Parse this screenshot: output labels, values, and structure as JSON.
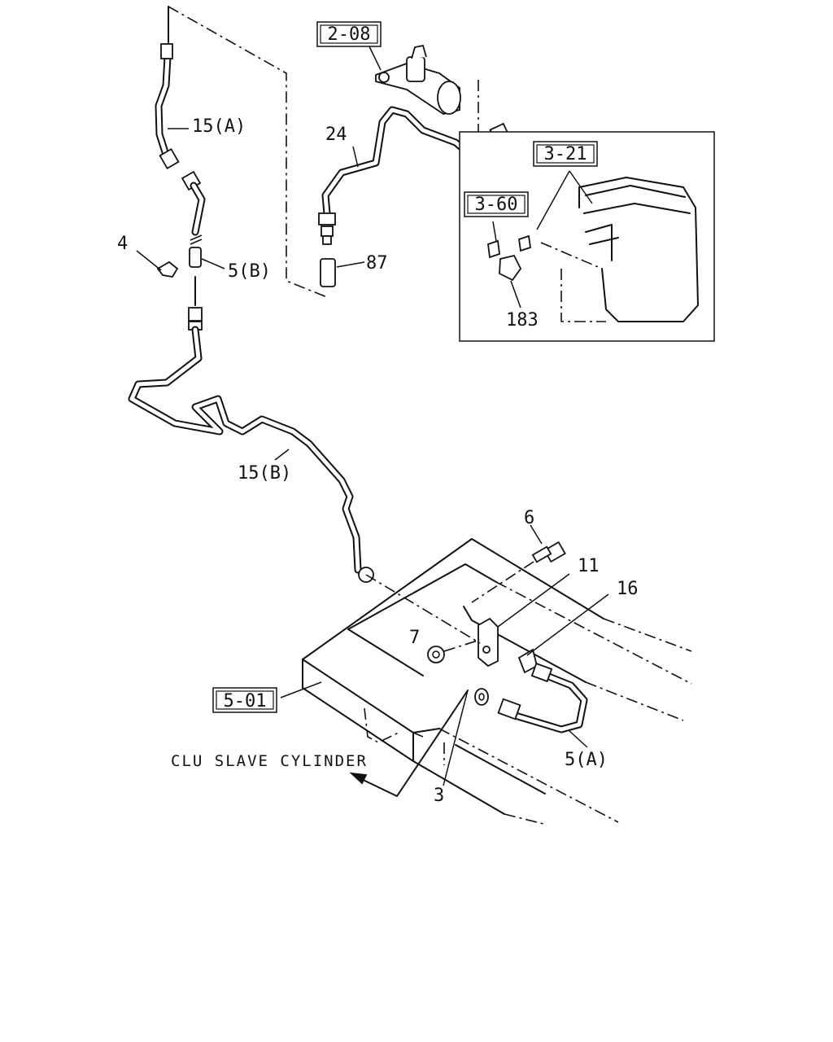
{
  "labels": {
    "p15a": "15(A)",
    "p24": "24",
    "p4": "4",
    "p5b": "5(B)",
    "p87": "87",
    "p15b": "15(B)",
    "p6": "6",
    "p11": "11",
    "p16": "16",
    "p7": "7",
    "p5a": "5(A)",
    "p3": "3",
    "p183": "183",
    "slave": "CLU SLAVE CYLINDER"
  },
  "refs": {
    "r208": "2-08",
    "r321": "3-21",
    "r360": "3-60",
    "r501": "5-01"
  }
}
